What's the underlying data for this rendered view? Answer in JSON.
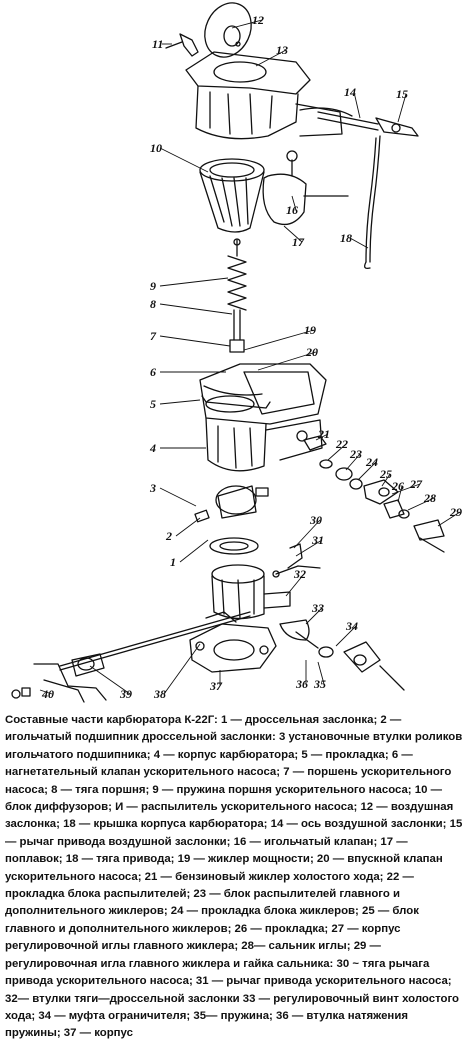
{
  "caption": "Составные части карбюратора К-22Г: 1 — дроссельная заслонка; 2 — игольчатый подшипник дроссельной заслонки: 3 установочные втулки роликов игольчатого подшипника; 4 — корпус карбюратора; 5 — прокладка; 6 — нагнетательный клапан ускорительного насоса; 7 — поршень ускорительного насоса; 8 — тяга поршня; 9 — пружина поршня ускорительного насоса; 10 — блок диффузоров; И — распылитель ускорительного насоса; 12 — воздушная заслонка; 18 — крышка корпуса карбюратора; 14 — ось воздушной заслонки; 15 — рычаг привода воздушной заслонки; 16 — игольчатый клапан; 17 — поплавок; 18 — тяга привода; 19 — жиклер мощности; 20 — впускной клапан ускорительного насоса; 21 — бензиновый жиклер холостого хода; 22 — прокладка блока распылителей; 23 — блок распылителей главного и дополнительного жиклеров; 24 — прокладка блока жиклеров; 25 — блок главного и дополнительного жиклеров; 26 — прокладка; 27 — корпус регулировочной иглы главного жиклера; 28— сальник иглы; 29 — регулировочная игла главного жиклера и гайка сальника: 30 ~ тяга рычага привода ускорительного насоса; 31 — рычаг привода ускорительного насоса; 32— втулки тяги—дроссельной заслонки 33 — регулировочный винт холостого хода; 34 — муфта ограничителя; 35— пружина; 36 — втулка натяжения пружины; 37 — корпус",
  "labels": [
    "1",
    "2",
    "3",
    "4",
    "5",
    "6",
    "7",
    "8",
    "9",
    "10",
    "11",
    "12",
    "13",
    "14",
    "15",
    "16",
    "17",
    "18",
    "19",
    "20",
    "21",
    "22",
    "23",
    "24",
    "25",
    "26",
    "27",
    "28",
    "29",
    "30",
    "31",
    "32",
    "33",
    "34",
    "35",
    "36",
    "37",
    "38",
    "39",
    "40"
  ]
}
